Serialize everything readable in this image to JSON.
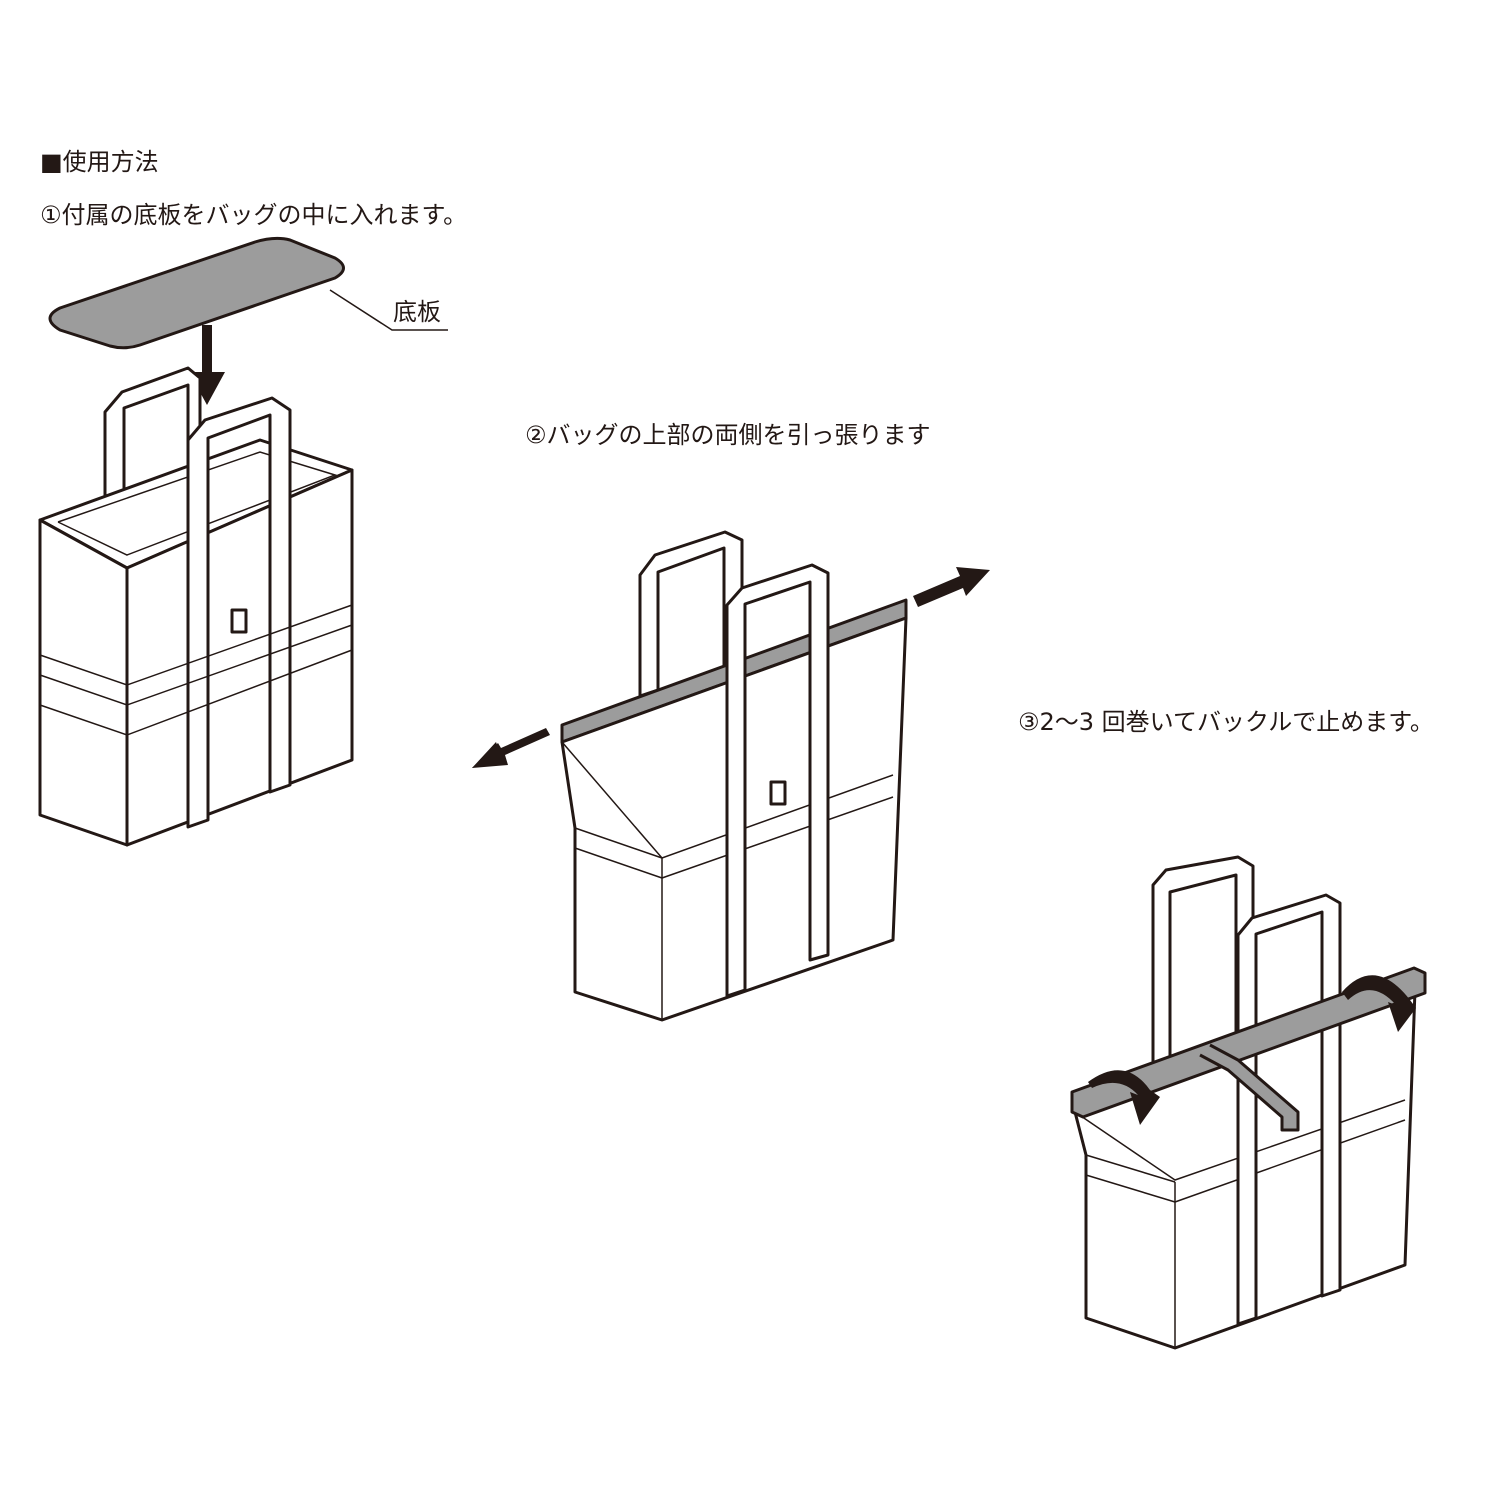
{
  "heading": "■使用方法",
  "steps": [
    {
      "label": "①付属の底板をバッグの中に入れます。"
    },
    {
      "label": "②バッグの上部の両側を引っ張ります"
    },
    {
      "label": "③2〜3 回巻いてバックルで止めます。"
    }
  ],
  "callout": "底板",
  "colors": {
    "line": "#231815",
    "board": "#9c9c9c"
  }
}
